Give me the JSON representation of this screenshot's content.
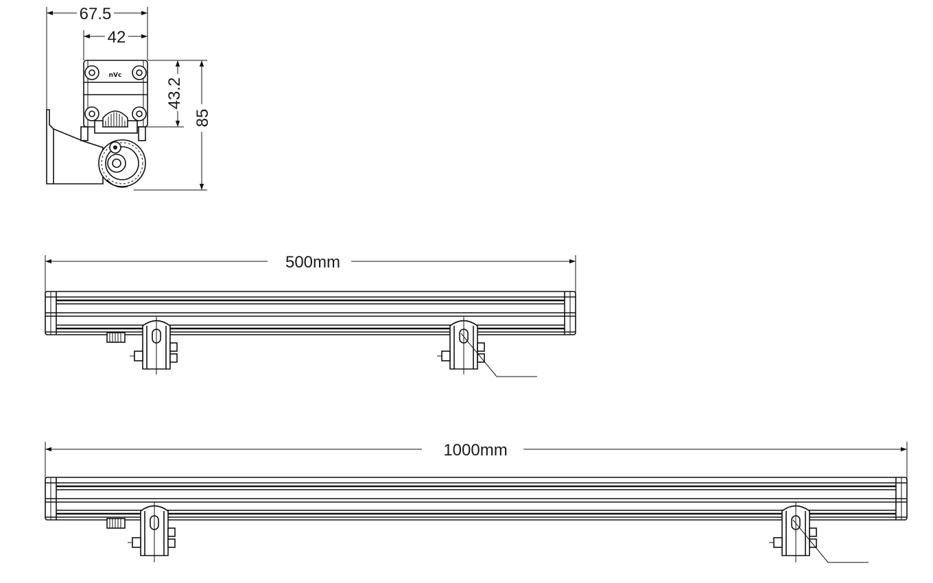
{
  "dimensions": {
    "width_overall": "67.5",
    "width_body": "42",
    "height_body": "43.2",
    "height_overall": "85",
    "length_short": "500mm",
    "length_long": "1000mm"
  },
  "logo": "nVc"
}
